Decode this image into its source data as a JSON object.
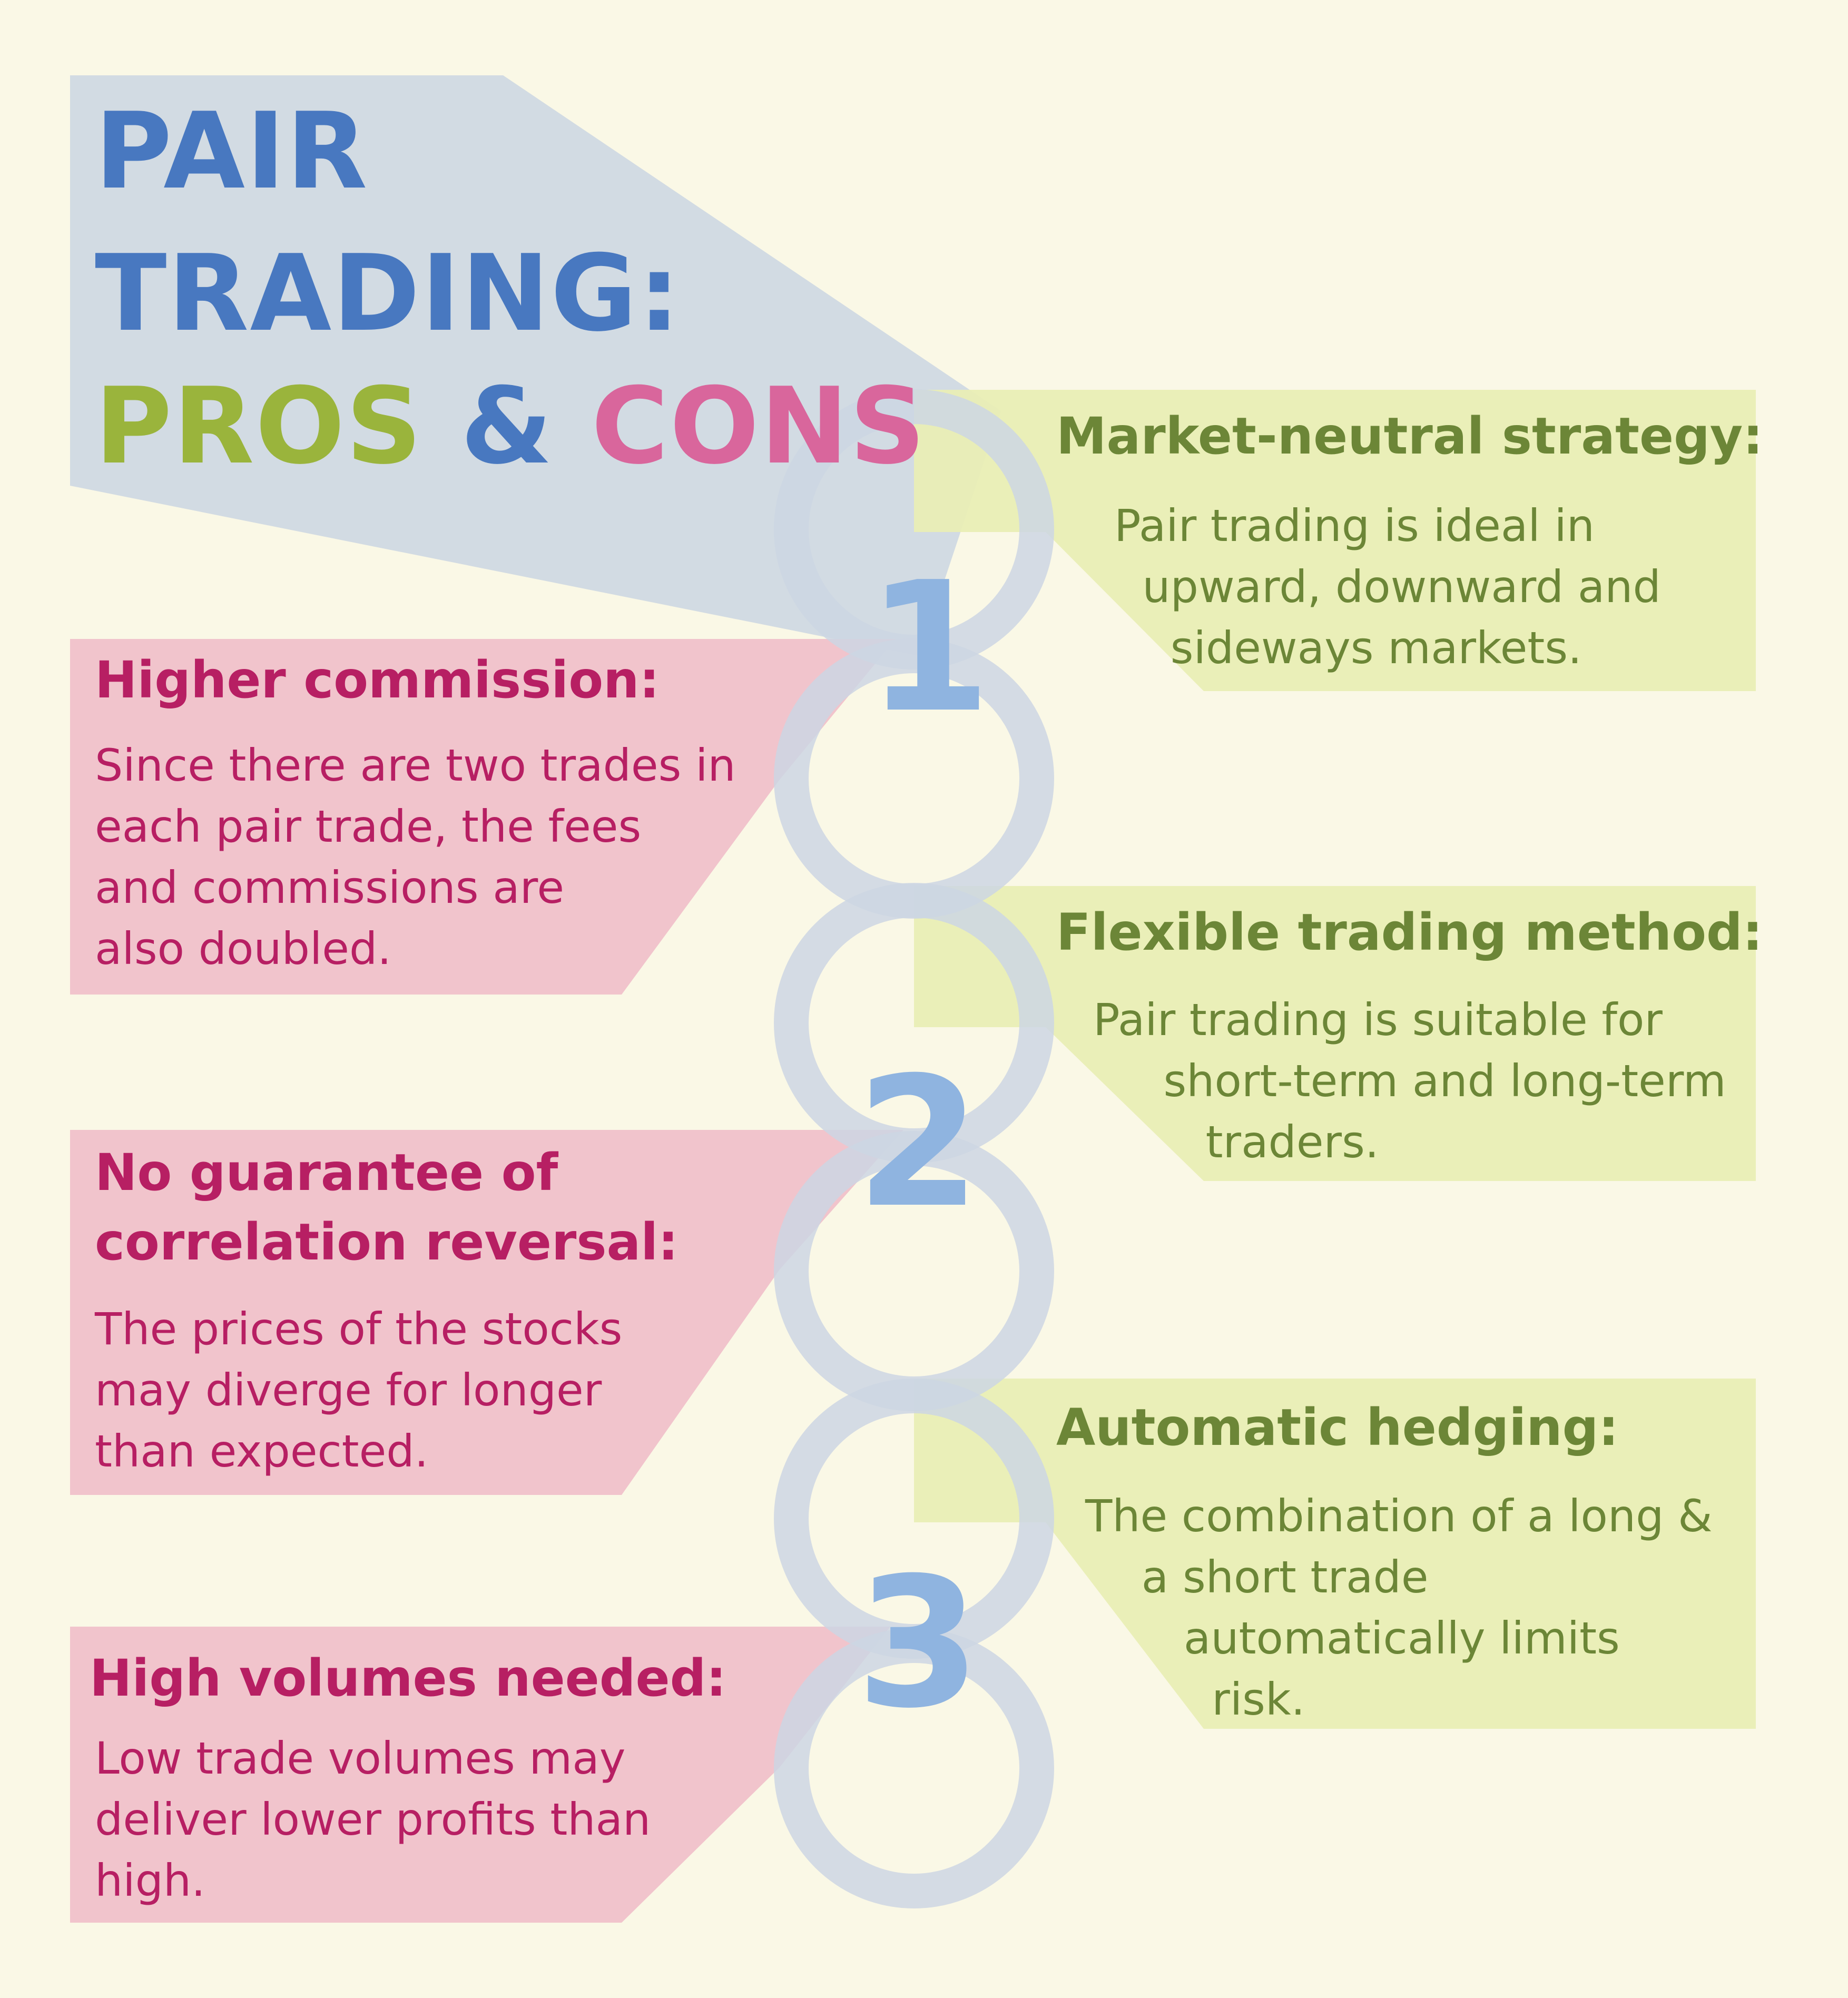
{
  "title": {
    "line1": "PAIR",
    "line2": "TRADING:",
    "pros": "PROS",
    "amp": "&",
    "cons": "CONS"
  },
  "colors": {
    "background": "#faf8e6",
    "title_blue": "#4878c0",
    "pros_green": "#9ab43c",
    "cons_pink": "#d9669c",
    "pro_text": "#6c8637",
    "con_text": "#b71f63",
    "pro_box": "#e9eeb5",
    "con_box": "#f1c4cc",
    "ring": "#ccd6e3",
    "number": "#8fb4e0"
  },
  "numbers": [
    "1",
    "2",
    "3"
  ],
  "pros": [
    {
      "heading": "Market-neutral strategy:",
      "body": "Pair trading is ideal in\n  upward, downward and\n    sideways markets."
    },
    {
      "heading": "Flexible trading method:",
      "body": "Pair trading is suitable for\n     short-term and long-term\n        traders."
    },
    {
      "heading": "Automatic hedging:",
      "body": "The combination of a long &\n    a short trade\n       automatically limits\n         risk."
    }
  ],
  "cons": [
    {
      "heading": "Higher commission:",
      "body": "Since there are two trades in\neach pair trade, the fees\nand commissions are\nalso doubled."
    },
    {
      "heading": "No guarantee of\ncorrelation reversal:",
      "body": "The prices of the stocks\nmay diverge for longer\nthan expected."
    },
    {
      "heading": "High volumes needed:",
      "body": "Low trade volumes may\ndeliver lower profits than\nhigh."
    }
  ]
}
